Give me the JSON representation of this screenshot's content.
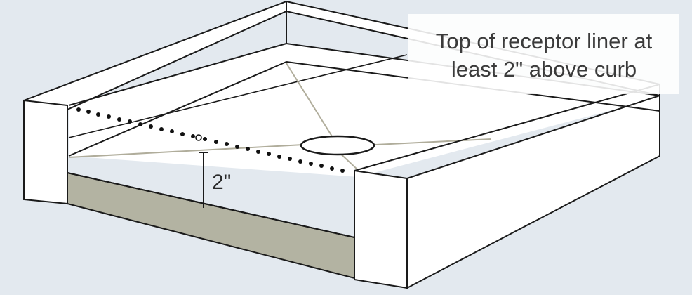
{
  "callout": {
    "line1": "Top of receptor liner at",
    "line2": "least 2\" above curb"
  },
  "dimension": {
    "label": "2\""
  },
  "colors": {
    "background": "#e3e9ef",
    "mortar_bed": "#b3b3a2",
    "outline": "#1a1a1a",
    "slope_lines": "#b0ad9b",
    "walls": "#ffffff"
  }
}
